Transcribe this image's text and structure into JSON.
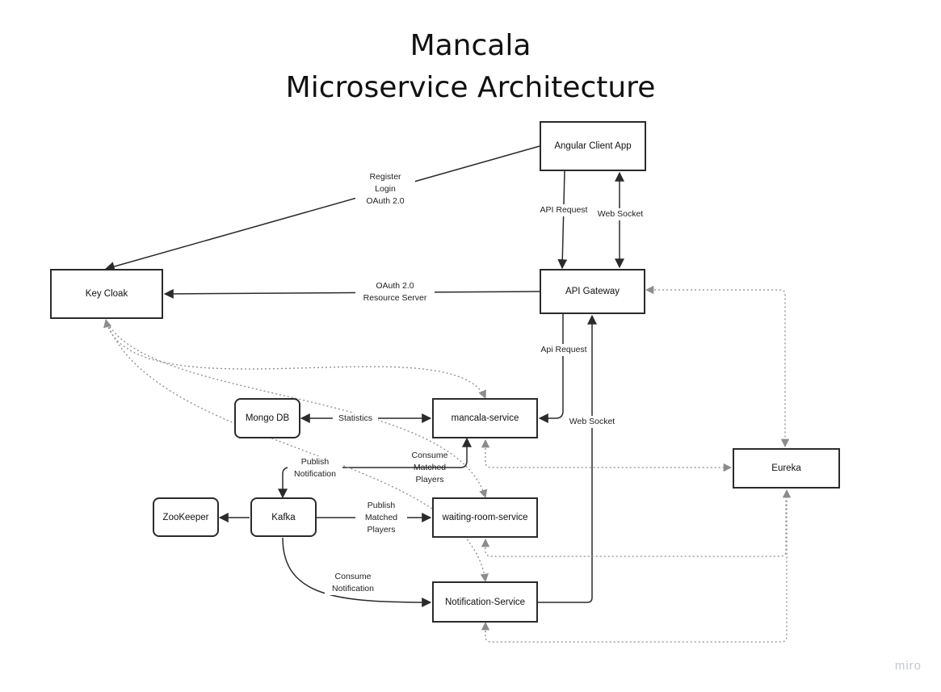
{
  "title": {
    "line1": "Mancala",
    "line2": "Microservice Architecture"
  },
  "nodes": {
    "angular": "Angular Client App",
    "keycloak": "Key Cloak",
    "gateway": "API Gateway",
    "mongo": "Mongo DB",
    "mancala": "mancala-service",
    "eureka": "Eureka",
    "zookeeper": "ZooKeeper",
    "kafka": "Kafka",
    "waiting": "waiting-room-service",
    "notification": "Notification-Service"
  },
  "edges": {
    "register": "Register\nLogin\nOAuth 2.0",
    "api_request": "API Request",
    "web_socket_top": "Web Socket",
    "oauth_resource": "OAuth 2.0\nResource Server",
    "api_request_lower": "Api Request",
    "statistics": "Statistics",
    "web_socket_mid": "Web Socket",
    "publish_notification": "Publish\nNotification",
    "consume_matched": "Consume\nMatched\nPlayers",
    "publish_matched": "Publish\nMatched\nPlayers",
    "consume_notification": "Consume\nNotification"
  },
  "watermark": "miro",
  "colors": {
    "line": "#2b2b2b",
    "dotted": "#8c8c8c"
  }
}
